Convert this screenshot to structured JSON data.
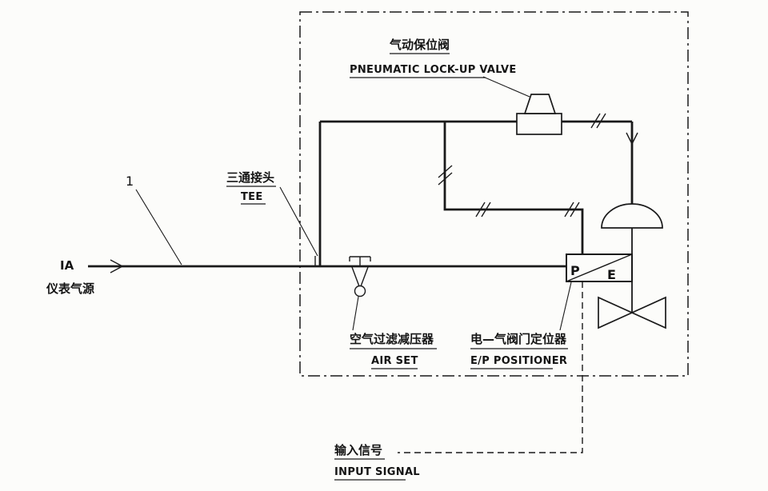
{
  "diagram": {
    "title_implicit": "pneumatic instrument loop diagram",
    "air_source": {
      "code": "IA",
      "zh": "仪表气源"
    },
    "ref_number": "1",
    "tee": {
      "zh": "三通接头",
      "en": "TEE"
    },
    "lockup_valve": {
      "zh": "气动保位阀",
      "en": "PNEUMATIC LOCK-UP VALVE"
    },
    "air_set": {
      "zh": "空气过滤减压器",
      "en": "AIR SET"
    },
    "positioner": {
      "zh": "电—气阀门定位器",
      "en": "E/P POSITIONER",
      "port_p": "P",
      "port_e": "E"
    },
    "input_signal": {
      "zh": "输入信号",
      "en": "INPUT SIGNAL"
    },
    "colors": {
      "line": "#1a1a1a",
      "background": "#fcfcfa"
    }
  }
}
